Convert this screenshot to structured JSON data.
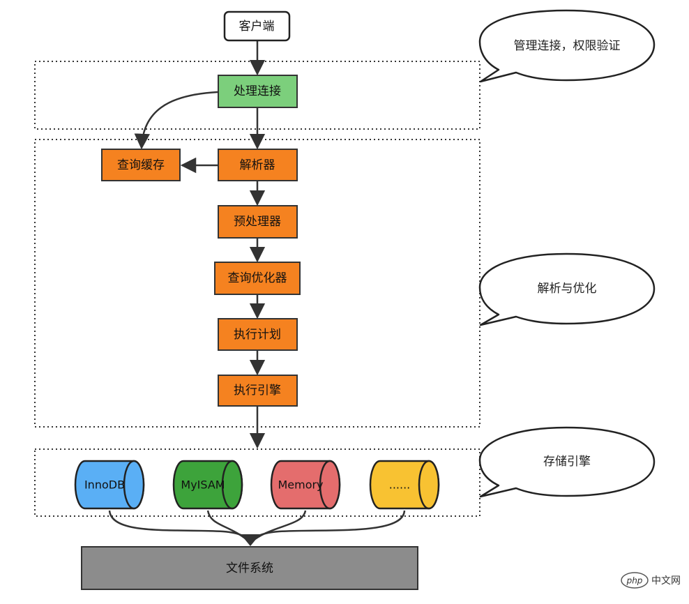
{
  "nodes": {
    "client": "客户端",
    "handle_conn": "处理连接",
    "query_cache": "查询缓存",
    "parser": "解析器",
    "preprocessor": "预处理器",
    "optimizer": "查询优化器",
    "exec_plan": "执行计划",
    "exec_engine": "执行引擎",
    "filesystem": "文件系统"
  },
  "callouts": {
    "conn_auth": "管理连接，权限验证",
    "parse_opt": "解析与优化",
    "storage": "存储引擎"
  },
  "engines": [
    {
      "label": "InnoDB",
      "color": "#5aaff5"
    },
    {
      "label": "MyISAM",
      "color": "#3da33b"
    },
    {
      "label": "Memory",
      "color": "#e46d6d"
    },
    {
      "label": "......",
      "color": "#f8c232"
    }
  ],
  "watermark": {
    "logo": "php",
    "text": "中文网"
  },
  "colors": {
    "green_box": "#7ccf7c",
    "orange_box": "#f58220",
    "gray_box": "#8c8c8c",
    "stroke": "#333333"
  }
}
